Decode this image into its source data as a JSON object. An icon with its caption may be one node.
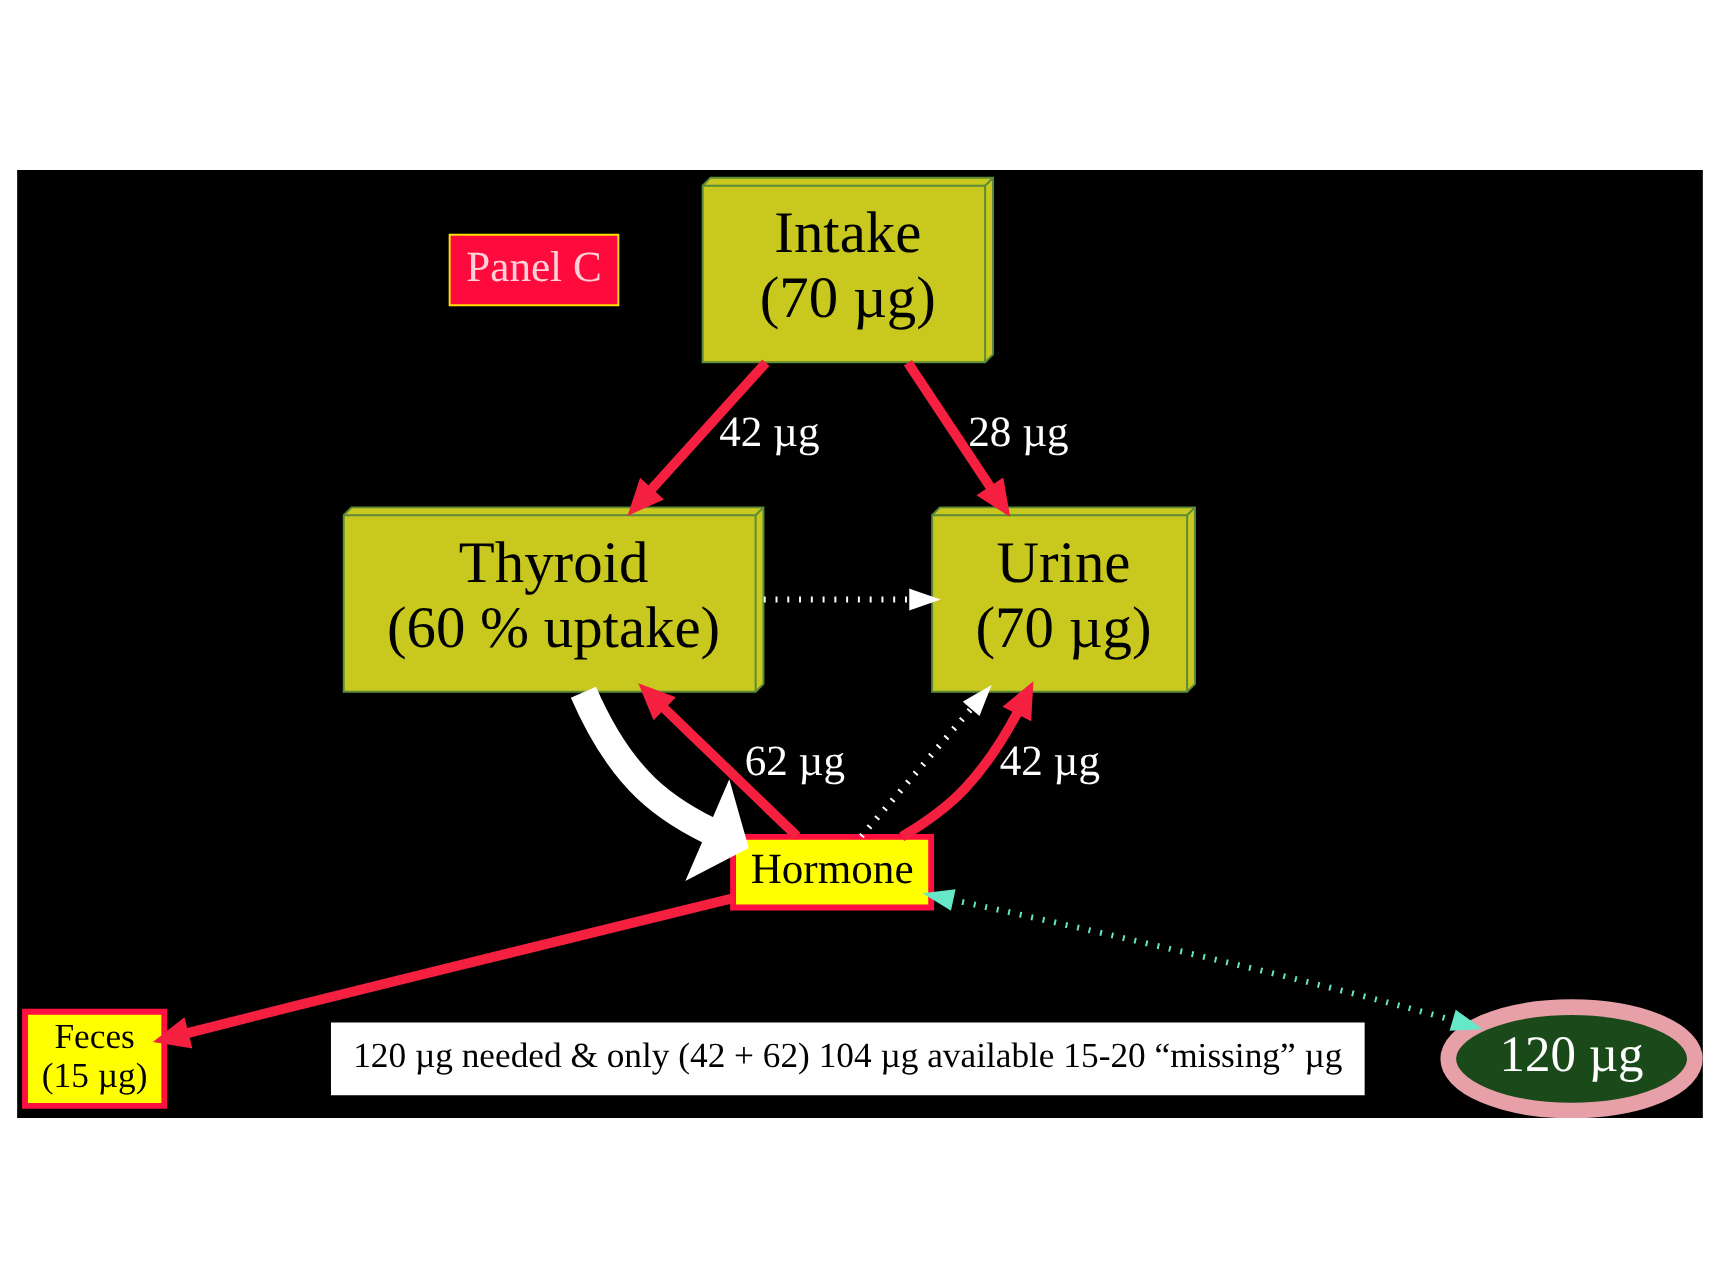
{
  "diagram": {
    "nodes": [
      {
        "text": [
          "Panel C"
        ]
      },
      {
        "text": [
          "Intake",
          "(70 µg)"
        ]
      },
      {
        "text": [
          "Urine",
          "(70 µg)"
        ]
      },
      {
        "text": [
          "Thyroid",
          "(60 % uptake)"
        ]
      },
      {
        "text": [
          "Hormone"
        ]
      },
      {
        "text": [
          "Feces",
          "(15 µg)"
        ]
      },
      {
        "text": [
          "120 µg"
        ]
      },
      {
        "text": [
          "120 µg needed & only (42 + 62) 104 µg available 15-20 “missing” µg"
        ]
      }
    ],
    "edges": [
      {
        "from": 1,
        "to": 2,
        "arrow": "to",
        "label": "28 µg"
      },
      {
        "from": 1,
        "to": 3,
        "arrow": "to",
        "label": "42 µg"
      },
      {
        "from": 3,
        "to": 2,
        "arrow": "to",
        "style": "dashed",
        "color": "#ffffff"
      },
      {
        "from": 3,
        "to": 4,
        "arrow": "to",
        "style": "thick",
        "color": "#ffffff"
      },
      {
        "from": 4,
        "to": 2,
        "arrow": "to",
        "style": "dashed",
        "color": "#ffffff"
      },
      {
        "from": 4,
        "to": 2,
        "arrow": "to",
        "label": "42 µg"
      },
      {
        "from": 4,
        "to": 3,
        "arrow": "to",
        "label": "62 µg"
      },
      {
        "from": 4,
        "to": 5,
        "arrow": "to"
      },
      {
        "from": 4,
        "to": 6,
        "arrow": "both",
        "style": "dashed",
        "color": "#66e8c8"
      }
    ]
  }
}
